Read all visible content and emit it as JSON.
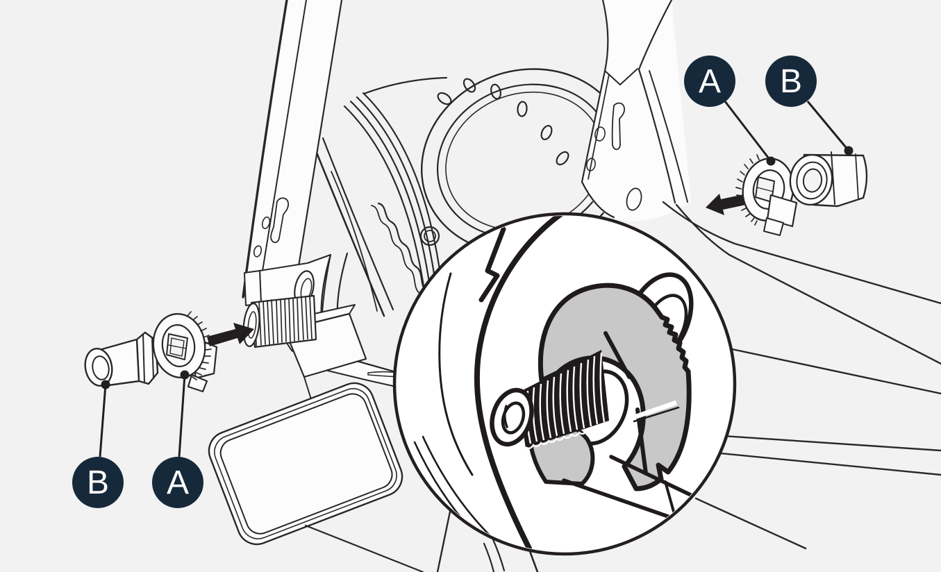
{
  "diagram": {
    "kind": "trainer-axle-adapter-installation",
    "background_color": "#f2f2f2",
    "line_color": "#2b2728",
    "label_circle_color": "#16293a",
    "label_text_color": "#ffffff",
    "magnified_part_fill": "#c8c8c8",
    "arrow_color": "#231f20"
  },
  "callouts": {
    "bottom_left": [
      {
        "letter": "B"
      },
      {
        "letter": "A"
      }
    ],
    "top_right": [
      {
        "letter": "A"
      },
      {
        "letter": "B"
      }
    ]
  },
  "icons": [
    "insert-arrow-right-icon",
    "insert-arrow-left-icon",
    "magnifier-detail-circle"
  ]
}
